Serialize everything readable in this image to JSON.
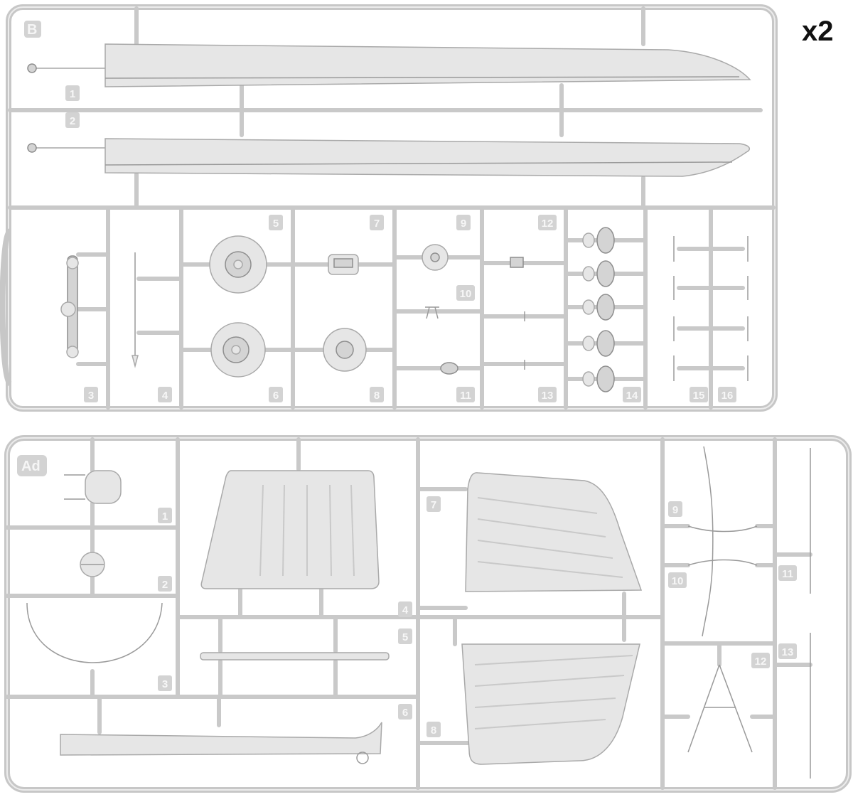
{
  "multiplier": "x2",
  "sprue_b": {
    "label": "B",
    "part_numbers": [
      "1",
      "2",
      "3",
      "4",
      "5",
      "6",
      "7",
      "8",
      "9",
      "10",
      "11",
      "12",
      "13",
      "14",
      "15",
      "16"
    ]
  },
  "sprue_ad": {
    "label": "Ad",
    "part_numbers": [
      "1",
      "2",
      "3",
      "4",
      "5",
      "6",
      "7",
      "8",
      "9",
      "10",
      "11",
      "12",
      "13"
    ]
  }
}
